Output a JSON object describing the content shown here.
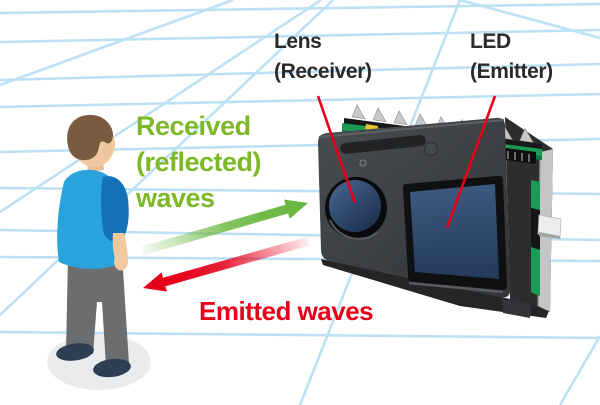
{
  "scene": {
    "lens_label": {
      "line1": "Lens",
      "line2": "(Receiver)"
    },
    "led_label": {
      "line1": "LED",
      "line2": "(Emitter)"
    },
    "received_label": {
      "line1": "Received",
      "line2": "(reflected)",
      "line3": "waves"
    },
    "emitted_label": "Emitted waves",
    "colors": {
      "grid_line": "#BDE1F4",
      "label_text": "#2B2A29",
      "received_text": "#7CB828",
      "received_arrow": "#6FBA47",
      "emitted_text": "#E60019",
      "emitted_arrow": "#E60019",
      "leader_line": "#E60019",
      "device_body": "#3E4144",
      "device_side": "#2B2D2F",
      "lens_glass": "#2C4265",
      "heatsink": "#C6C8CA",
      "pcb_green": "#1B9C55",
      "shirt_blue": "#29A3DC",
      "sleeve_blue": "#1473B8",
      "hair_brown": "#7B5B40",
      "skin": "#F1C9A1",
      "pants_gray": "#6B6D6F",
      "shoes_navy": "#2E3E55"
    }
  }
}
